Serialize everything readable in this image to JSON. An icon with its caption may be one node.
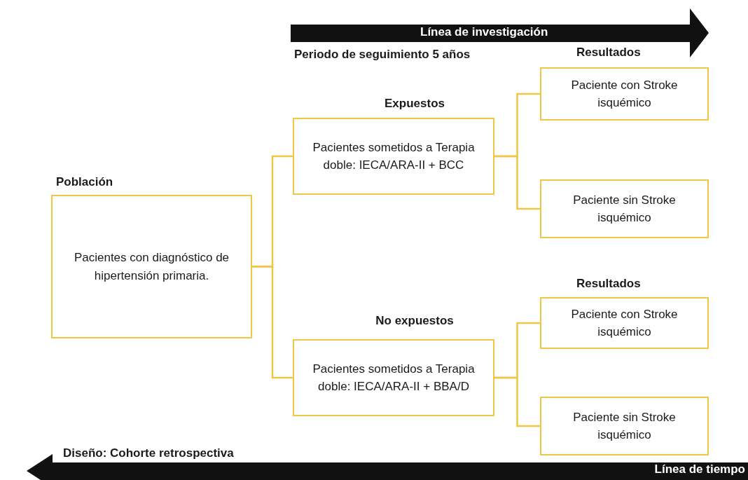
{
  "diagram": {
    "nodes": [
      {
        "text": [
          "Población",
          "Pacientes con diagnóstico de hipertensión primaria."
        ]
      },
      {
        "text": [
          "Expuestos",
          "Pacientes sometidos a Terapia doble: IECA/ARA-II + BCC"
        ]
      },
      {
        "text": [
          "Paciente con Stroke isquémico"
        ]
      },
      {
        "text": [
          "Paciente sin Stroke isquémico"
        ]
      },
      {
        "text": [
          "No expuestos",
          "Pacientes sometidos a Terapia doble: IECA/ARA-II + BBA/D"
        ]
      },
      {
        "text": [
          "Paciente con Stroke isquémico"
        ]
      },
      {
        "text": [
          "Paciente sin Stroke isquémico"
        ]
      }
    ],
    "edges": [
      {
        "from": 0,
        "to": 1,
        "arrow": "none"
      },
      {
        "from": 0,
        "to": 4,
        "arrow": "none"
      },
      {
        "from": 1,
        "to": 2,
        "arrow": "none"
      },
      {
        "from": 1,
        "to": 3,
        "arrow": "none"
      },
      {
        "from": 4,
        "to": 5,
        "arrow": "none"
      },
      {
        "from": 4,
        "to": 6,
        "arrow": "none"
      }
    ],
    "labels": [
      "Línea de investigación",
      "Periodo de seguimiento 5 años",
      "Resultados",
      "Resultados",
      "Diseño: Cohorte retrospectiva",
      "Línea de tiempo"
    ]
  }
}
